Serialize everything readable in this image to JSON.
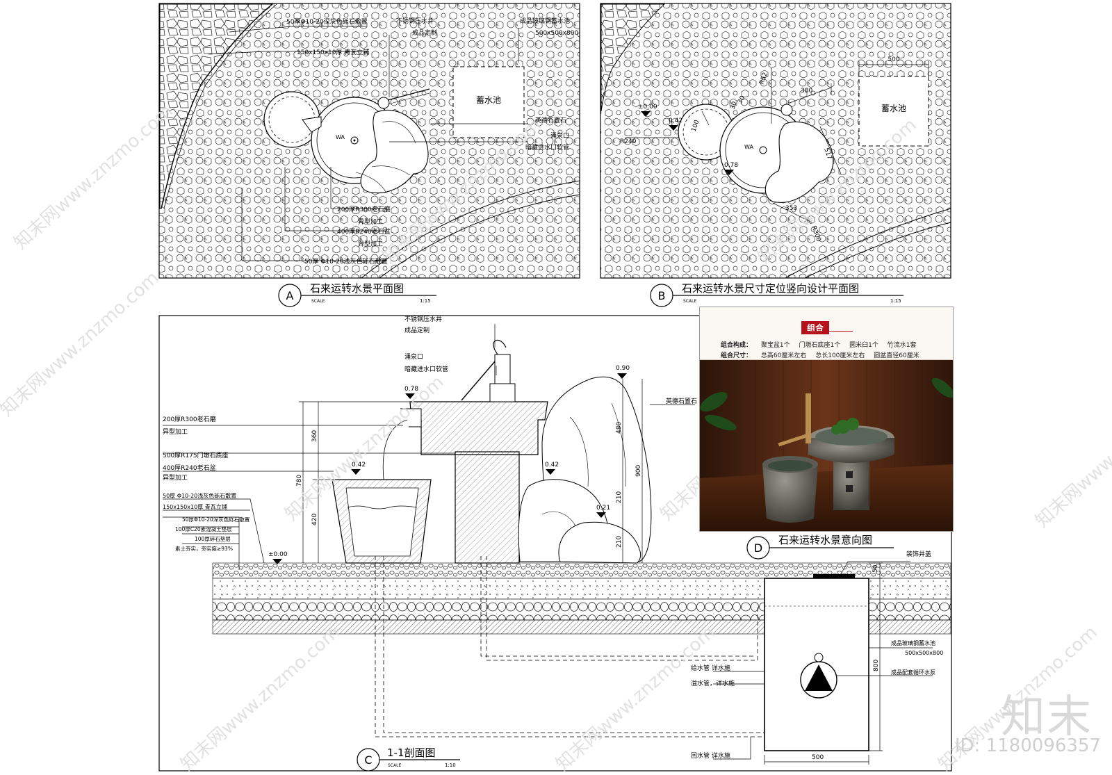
{
  "drawing_a": {
    "letter": "A",
    "title": "石来运转水景平面图",
    "scale_label": "SCALE",
    "scale_value": "1:15",
    "labels": {
      "gravel_top": "50厚Φ10-20深灰色砾石散置",
      "tile": "150x150x10厚 青瓦立铺",
      "pump": "不锈钢压水井",
      "custom": "成品定制",
      "tank": "成品玻璃钢蓄水池",
      "tank_size": "500x500x800",
      "tank_inner": "蓄水池",
      "stone": "英德石置石",
      "spring": "涌泉口",
      "hose": "暗藏进水口软管",
      "millstone": "200厚R300老石磨",
      "shape1": "异型加工",
      "basin": "400厚R240老石盆",
      "shape2": "异型加工",
      "gravel_bottom": "50厚 Φ10-20浅灰色砾石散置",
      "wa": "WA"
    }
  },
  "drawing_b": {
    "letter": "B",
    "title": "石来运转水景尺寸定位竖向设计平面图",
    "scale_label": "SCALE",
    "scale_value": "1:15",
    "labels": {
      "dim_500": "500",
      "tank_inner": "蓄水池",
      "level_000": "±0.00",
      "level_042": "0.42",
      "level_078": "0.78",
      "r240": "R240",
      "r52": "R52",
      "dim_380": "380",
      "dim_30": "30",
      "dim_30b": "30",
      "dim_100": "100",
      "dim_517": "517",
      "dim_353": "353",
      "r300": "R300",
      "wa": "WA"
    }
  },
  "drawing_c": {
    "letter": "C",
    "title": "1-1剖面图",
    "scale_label": "SCALE",
    "scale_value": "1:10",
    "labels": {
      "pump": "不锈钢压水井",
      "custom": "成品定制",
      "spring": "涌泉口",
      "hose": "暗藏进水口软管",
      "level_078": "0.78",
      "level_090": "0.90",
      "level_042a": "0.42",
      "level_042b": "0.42",
      "level_021": "0.21",
      "level_000": "±0.00",
      "millstone": "200厚R300老石磨",
      "shape1": "异型加工",
      "door_pier": "500厚R175门墩石底座",
      "basin": "400厚R240老石盆",
      "shape2": "异型加工",
      "gravel": "50厚 Φ10-20浅灰色砾石散置",
      "tile": "150x150x10厚 青瓦立铺",
      "gravel_dark": "50厚Φ10-20深灰色砾石散置",
      "concrete": "100厚C20素混凝土垫层",
      "crushed": "100厚碎石垫层",
      "soil": "素土夯实，夯实度≥93%",
      "stone": "英德石置石",
      "cover": "装饰井盖",
      "tank": "成品玻璃钢蓄水池",
      "tank_size": "500x500x800",
      "pump_circ": "成品配套循环水泵",
      "supply": "给水管 详水施",
      "overflow": "溢水管，详水施",
      "return": "回水管 详水施",
      "dim_360": "360",
      "dim_780": "780",
      "dim_420": "420",
      "dim_480": "480",
      "dim_210a": "210",
      "dim_210b": "210",
      "dim_900": "900",
      "dim_800": "800",
      "dim_500": "500",
      "dim_50": "50"
    }
  },
  "drawing_d": {
    "letter": "D",
    "title": "石来运转水景意向图",
    "tag": "组合",
    "composition_label": "组合构成：",
    "composition_items": [
      "聚宝盆1个",
      "门墩石底座1个",
      "圆米臼1个",
      "竹流水1套"
    ],
    "size_label": "组合尺寸：",
    "size_items": [
      "总高60厘米左右",
      "总长100厘米左右",
      "圆盆直径60厘米"
    ]
  },
  "watermark": {
    "site": "知末网www.znzmo.com",
    "brand": "知末",
    "id": "ID: 1180096357"
  },
  "colors": {
    "line": "#000000",
    "tag_red": "#b5121b",
    "wood": "#5a2c14"
  }
}
